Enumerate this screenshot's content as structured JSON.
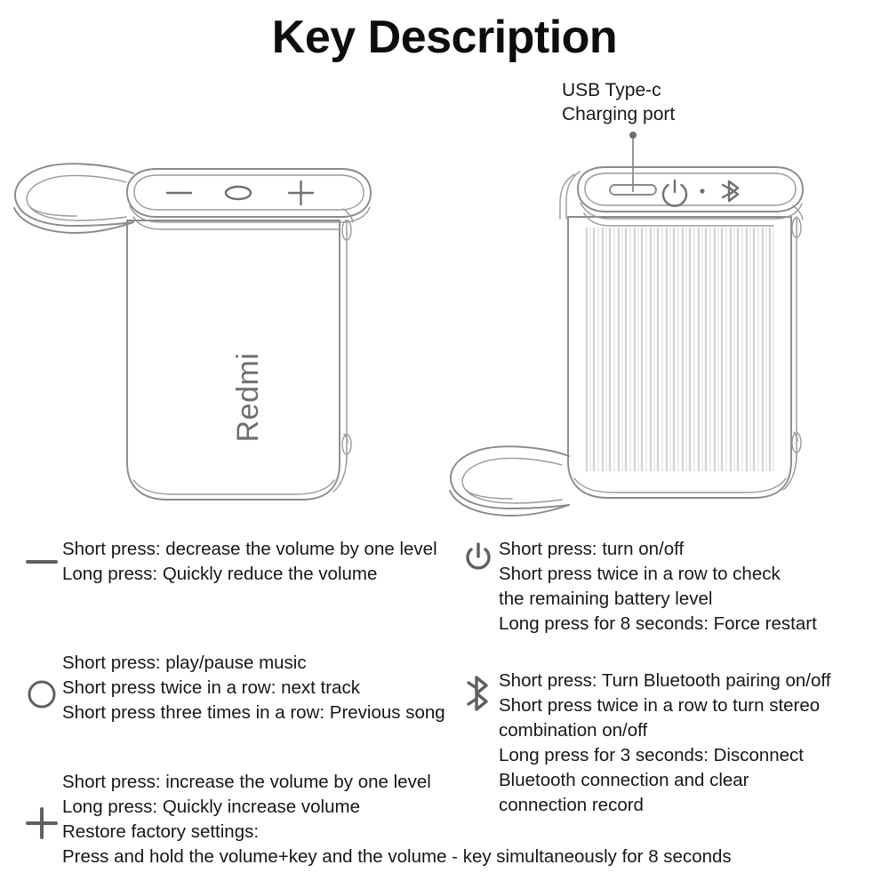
{
  "header": {
    "title": "Key Description"
  },
  "callout": {
    "name": "usb-port-callout",
    "line1": "USB Type-c",
    "line2": "Charging port"
  },
  "devices": {
    "left": {
      "name": "speaker-front-view",
      "brand": "Redmi",
      "top_controls": [
        {
          "icon": "minus-icon",
          "label": "volume down key"
        },
        {
          "icon": "play-pause-icon",
          "label": "play pause key"
        },
        {
          "icon": "plus-icon",
          "label": "volume up key"
        }
      ]
    },
    "right": {
      "name": "speaker-back-view",
      "top_controls": [
        {
          "icon": "usb-c-port-icon",
          "label": "USB Type-c charging port"
        },
        {
          "icon": "power-icon",
          "label": "power key"
        },
        {
          "icon": "led-indicator-icon",
          "label": "status indicator"
        },
        {
          "icon": "bluetooth-icon",
          "label": "bluetooth key"
        }
      ]
    }
  },
  "legend": {
    "minus": {
      "icon": "minus-icon",
      "lines": [
        "Short press: decrease the volume by one level",
        "Long press: Quickly reduce the volume"
      ]
    },
    "circle": {
      "icon": "play-pause-circle-icon",
      "lines": [
        "Short press: play/pause music",
        "Short press twice in a row: next track",
        "Short press three times in a row: Previous song"
      ]
    },
    "plus": {
      "icon": "plus-icon",
      "lines": [
        "Short press: increase the volume by one level",
        "Long press: Quickly increase volume",
        "Restore factory settings:",
        "Press and hold the volume+key and the volume - key simultaneously for 8 seconds"
      ]
    },
    "power": {
      "icon": "power-icon",
      "lines": [
        "Short press: turn on/off",
        "Short press twice in a row to check",
        "the remaining battery level",
        "Long press for 8 seconds: Force restart"
      ]
    },
    "bluetooth": {
      "icon": "bluetooth-icon",
      "lines": [
        "Short press: Turn Bluetooth pairing on/off",
        "Short press twice in a row to turn stereo",
        "combination on/off",
        "Long press for 3 seconds: Disconnect",
        "Bluetooth connection and clear",
        "connection record"
      ]
    }
  },
  "colors": {
    "background": "#ffffff",
    "title": "#0d0d0d",
    "text": "#171717",
    "icon_gray": "#606060",
    "outline": "#8a8a8a",
    "grille": "#d3d3d3",
    "brand_mark": "#6f6f6f"
  }
}
